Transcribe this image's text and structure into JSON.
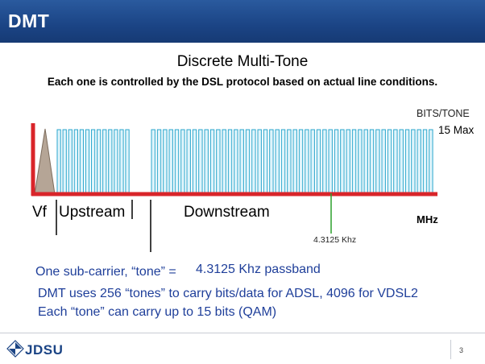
{
  "header": {
    "title": "DMT"
  },
  "slide": {
    "title": "Discrete Multi-Tone",
    "subtitle": "Each one is controlled by the DSL protocol based on actual line conditions."
  },
  "diagram": {
    "y_axis_label": "BITS/TONE",
    "max_label": "15 Max",
    "labels": {
      "vf": "Vf",
      "upstream": "Upstream",
      "downstream": "Downstream",
      "mhz": "MHz",
      "tone_freq": "4.3125 Khz"
    },
    "upstream_tone_count": 13,
    "downstream_tone_count": 48,
    "colors": {
      "axis": "#d9252a",
      "tone_fill": "#dff4fb",
      "tone_stroke": "#29a6cc",
      "marker": "#2aa12a",
      "voice": "#b5a596"
    }
  },
  "body": {
    "tone_line": "One sub-carrier, “tone” =",
    "tone_value": "4.3125 Khz passband",
    "dmt_line": "DMT uses  256 “tones” to carry bits/data for ADSL, 4096 for VDSL2",
    "bits_line": "Each “tone” can carry up to 15 bits  (QAM)"
  },
  "footer": {
    "logo_text": "JDSU",
    "page_number": "3"
  }
}
